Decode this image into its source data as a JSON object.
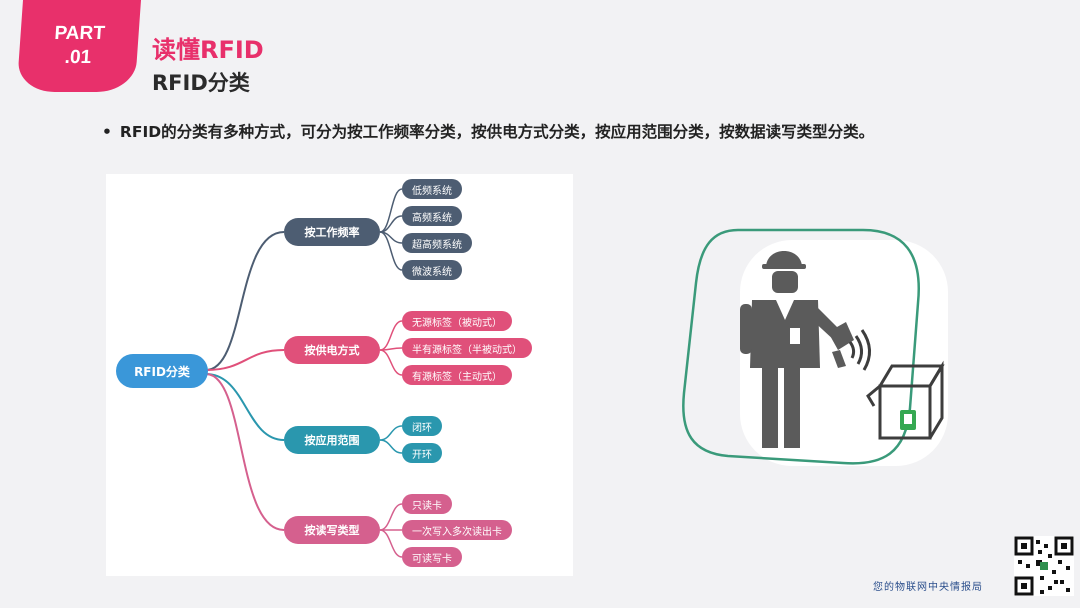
{
  "header": {
    "badge_line1": "PART",
    "badge_line2": ".01",
    "title": "读懂RFID",
    "subtitle": "RFID分类"
  },
  "bullet": {
    "dot": "•",
    "text": "RFID的分类有多种方式，可分为按工作频率分类，按供电方式分类，按应用范围分类，按数据读写类型分类。"
  },
  "mindmap": {
    "root": "RFID分类",
    "categories": [
      {
        "label": "按工作频率",
        "leaves": [
          "低频系统",
          "高频系统",
          "超高频系统",
          "微波系统"
        ]
      },
      {
        "label": "按供电方式",
        "leaves": [
          "无源标签（被动式）",
          "半有源标签（半被动式）",
          "有源标签（主动式）"
        ]
      },
      {
        "label": "按应用范围",
        "leaves": [
          "闭环",
          "开环"
        ]
      },
      {
        "label": "按读写类型",
        "leaves": [
          "只读卡",
          "一次写入多次读出卡",
          "可读写卡"
        ]
      }
    ]
  },
  "colors": {
    "accent": "#e8306b",
    "root": "#3a97d9",
    "cat1": "#4d5d72",
    "cat2": "#e0507a",
    "cat3": "#2a97ae",
    "cat4": "#d5608e",
    "frame": "#3a9a7a"
  },
  "illustration": {
    "icon": "worker-rfid-scanner-icon"
  },
  "footer": {
    "text": "您的物联网中央情报局",
    "qr_icon": "qr-code-icon"
  }
}
